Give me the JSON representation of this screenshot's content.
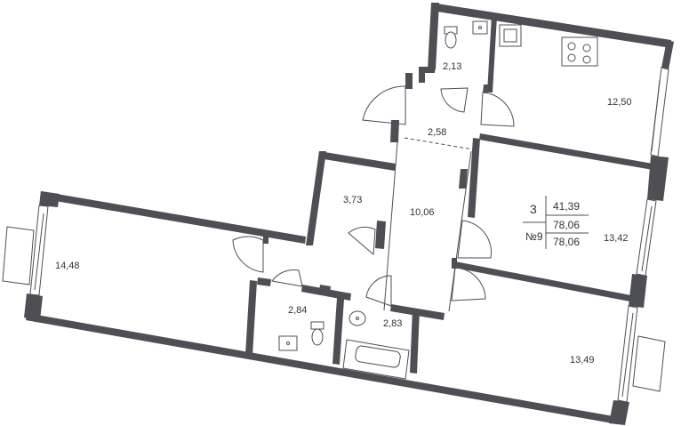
{
  "rooms": {
    "wc_top": "2,13",
    "kitchen": "12,50",
    "hall_top": "2,58",
    "storage": "3,73",
    "corridor": "10,06",
    "bedroom_right": "13,42",
    "living_left": "14,48",
    "bathroom_left": "2,84",
    "bathroom_right": "2,83",
    "bedroom_bottom": "13,49"
  },
  "info": {
    "rooms_count": "3",
    "apartment_label": "№9",
    "living_area": "41,39",
    "total_area": "78,06",
    "total_area_2": "78,06"
  },
  "colors": {
    "wall": "#4d4f55",
    "background": "#ffffff",
    "text": "#333333"
  }
}
